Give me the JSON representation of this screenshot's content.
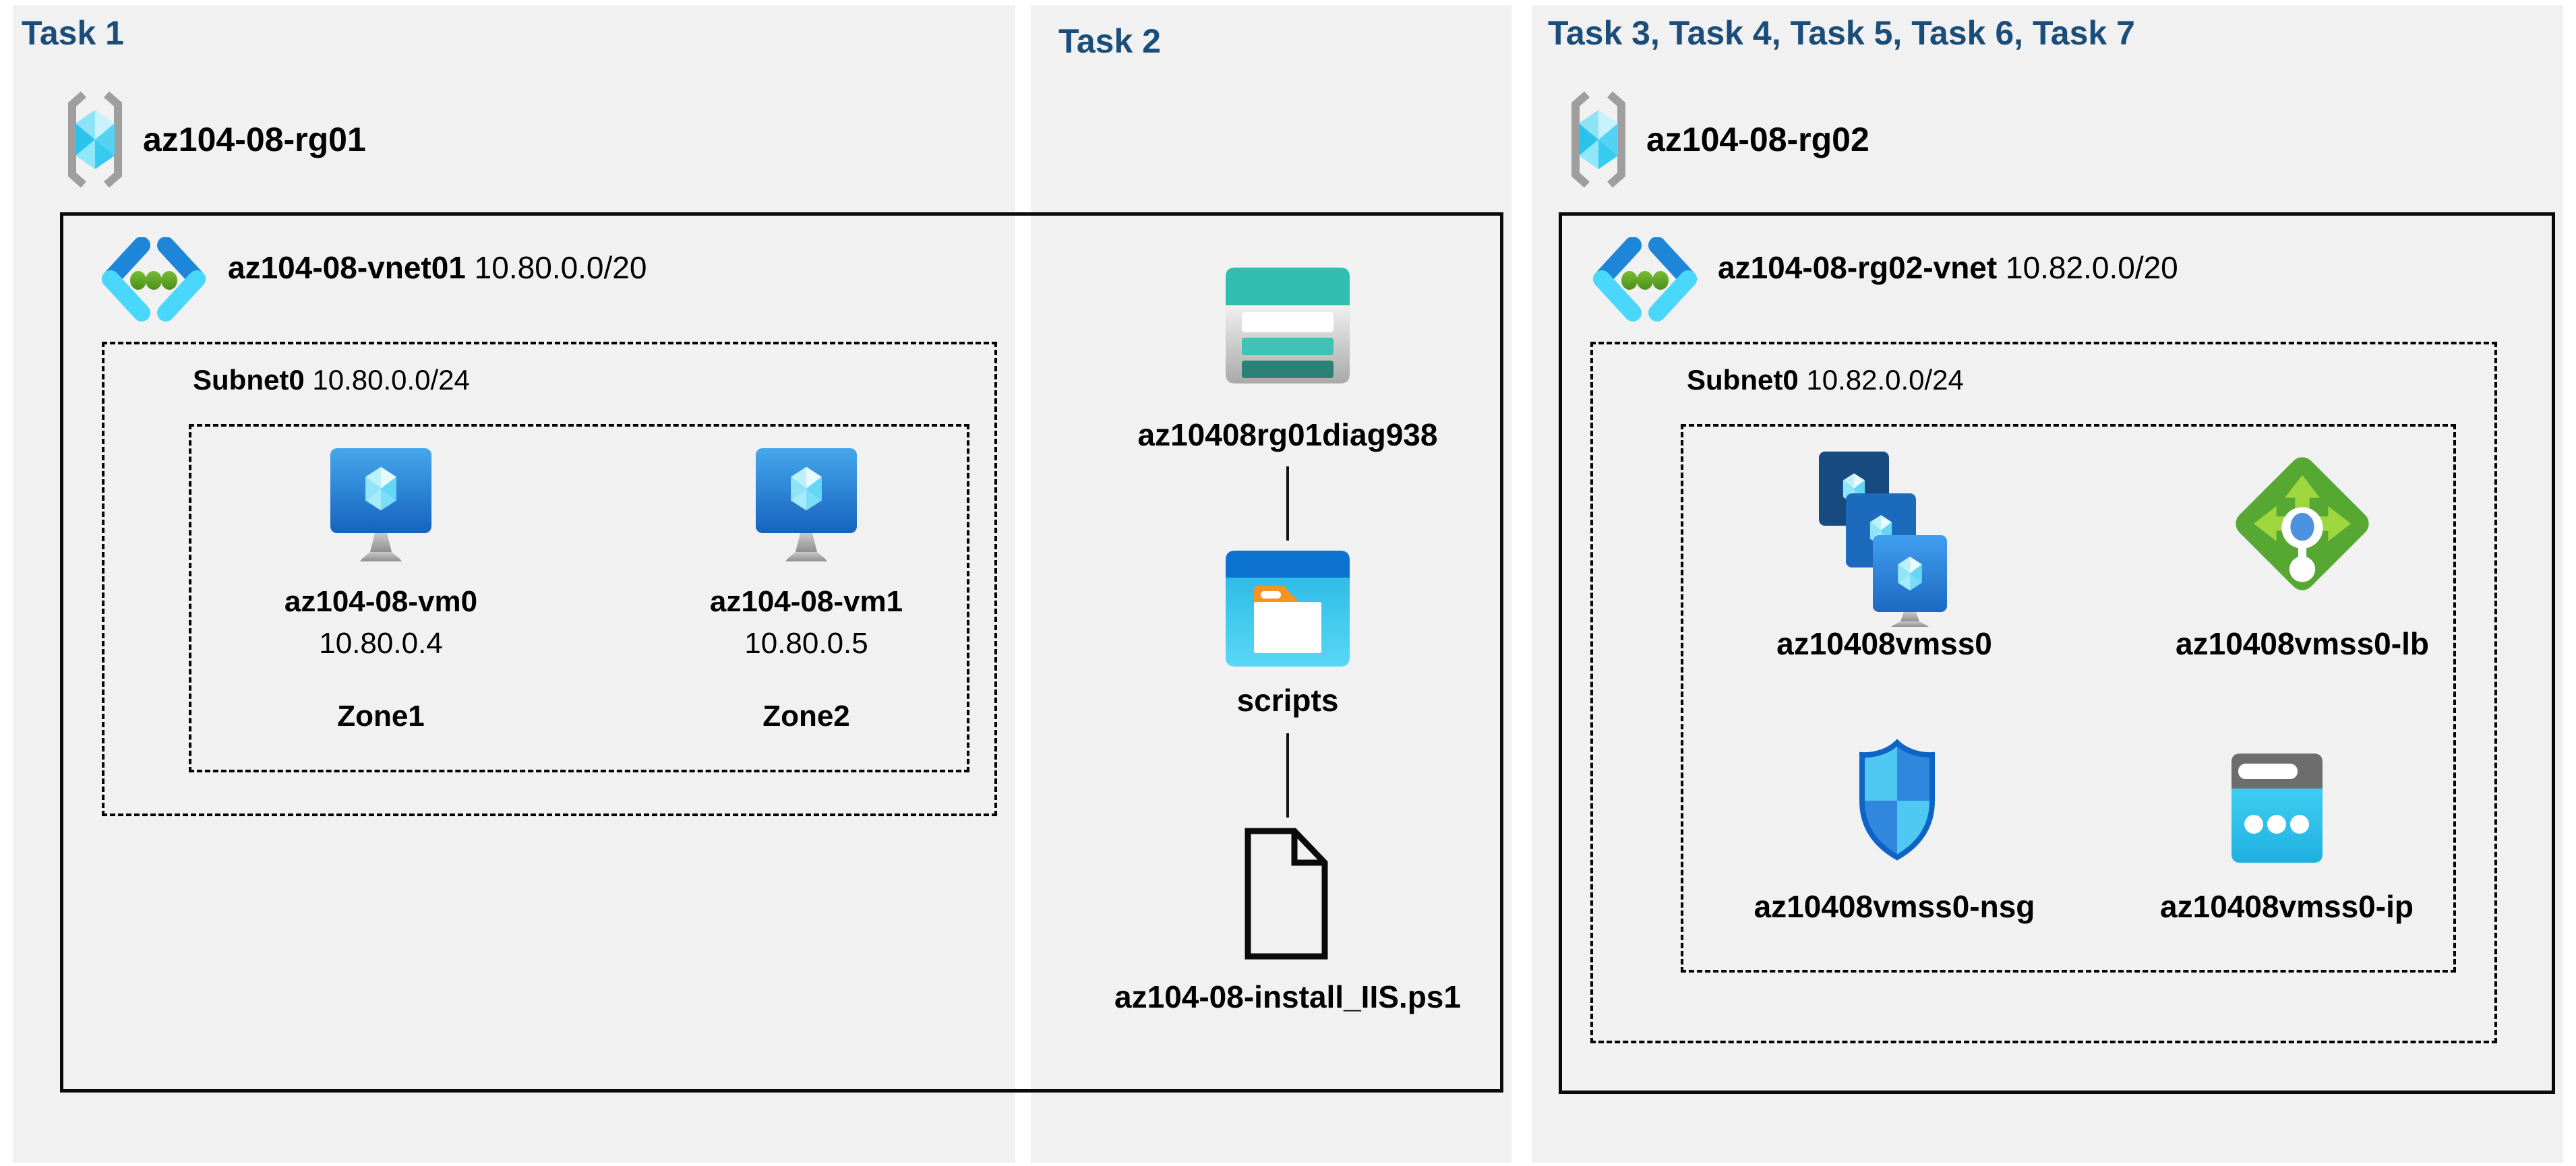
{
  "colors": {
    "header": "#1a4d79",
    "panel_bg": "#f1f1f1",
    "outline": "#000000"
  },
  "task1": {
    "header": "Task 1",
    "resource_group": "az104-08-rg01",
    "vnet": {
      "name": "az104-08-vnet01",
      "cidr": "10.80.0.0/20"
    },
    "subnet": {
      "name": "Subnet0",
      "cidr": "10.80.0.0/24"
    },
    "vms": [
      {
        "name": "az104-08-vm0",
        "ip": "10.80.0.4",
        "zone": "Zone1"
      },
      {
        "name": "az104-08-vm1",
        "ip": "10.80.0.5",
        "zone": "Zone2"
      }
    ]
  },
  "task2": {
    "header": "Task 2",
    "storage_account": "az10408rg01diag938",
    "container": "scripts",
    "script_file": "az104-08-install_IIS.ps1"
  },
  "task3": {
    "header": "Task 3, Task 4, Task 5, Task 6, Task 7",
    "resource_group": "az104-08-rg02",
    "vnet": {
      "name": "az104-08-rg02-vnet",
      "cidr": "10.82.0.0/20"
    },
    "subnet": {
      "name": "Subnet0",
      "cidr": "10.82.0.0/24"
    },
    "vmss": "az10408vmss0",
    "load_balancer": "az10408vmss0-lb",
    "nsg": "az10408vmss0-nsg",
    "public_ip": "az10408vmss0-ip"
  }
}
